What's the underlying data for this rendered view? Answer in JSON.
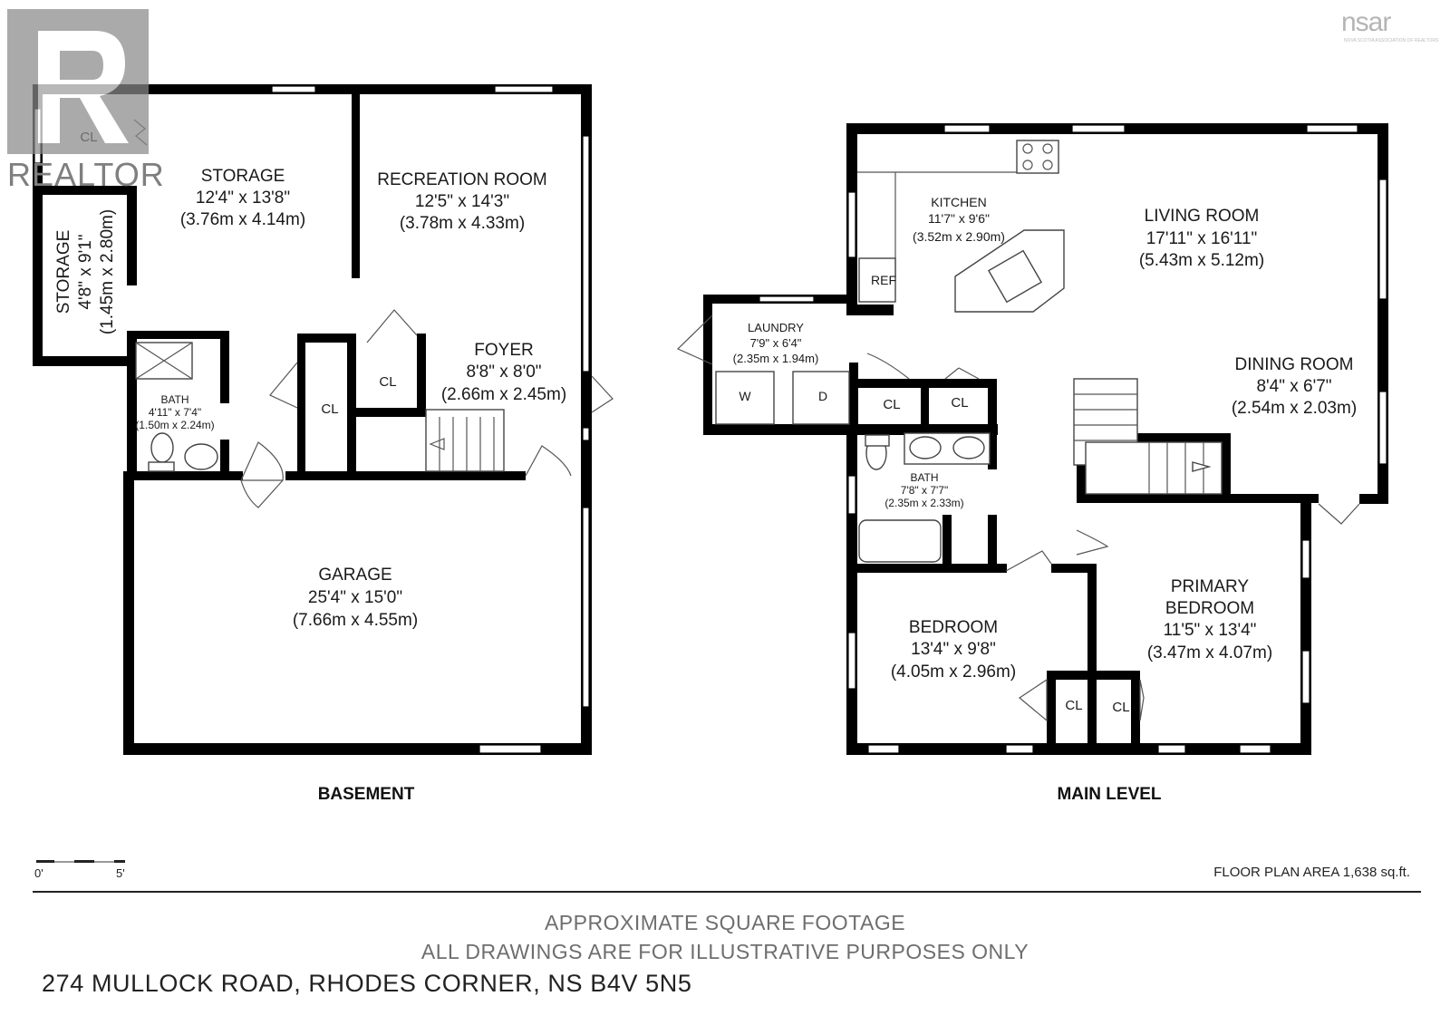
{
  "brand": {
    "realtor_text": "REALTOR",
    "nsar_text": "nsar",
    "nsar_subtext": "NOVA SCOTIA ASSOCIATION OF REALTORS"
  },
  "basement": {
    "title": "BASEMENT",
    "storage_cl": "CL",
    "storage_main": {
      "name": "STORAGE",
      "imperial": "12'4\" x 13'8\"",
      "metric": "(3.76m x 4.14m)"
    },
    "storage_side": {
      "name": "STORAGE",
      "imperial": "4'8\" x 9'1\"",
      "metric": "(1.45m x 2.80m)"
    },
    "recreation": {
      "name": "RECREATION ROOM",
      "imperial": "12'5\" x 14'3\"",
      "metric": "(3.78m x 4.33m)"
    },
    "foyer": {
      "name": "FOYER",
      "imperial": "8'8\" x 8'0\"",
      "metric": "(2.66m x 2.45m)"
    },
    "bath": {
      "name": "BATH",
      "imperial": "4'11\" x 7'4\"",
      "metric": "(1.50m x 2.24m)"
    },
    "closet_a": "CL",
    "closet_b": "CL",
    "garage": {
      "name": "GARAGE",
      "imperial": "25'4\" x 15'0\"",
      "metric": "(7.66m x 4.55m)"
    }
  },
  "main_level": {
    "title": "MAIN LEVEL",
    "kitchen": {
      "name": "KITCHEN",
      "imperial": "11'7\" x 9'6\"",
      "metric": "(3.52m x 2.90m)"
    },
    "ref": "REF",
    "living": {
      "name": "LIVING ROOM",
      "imperial": "17'11\" x 16'11\"",
      "metric": "(5.43m x 5.12m)"
    },
    "laundry": {
      "name": "LAUNDRY",
      "imperial": "7'9\" x 6'4\"",
      "metric": "(2.35m x 1.94m)"
    },
    "washer": "W",
    "dryer": "D",
    "closet_a": "CL",
    "closet_b": "CL",
    "dining": {
      "name": "DINING ROOM",
      "imperial": "8'4\" x 6'7\"",
      "metric": "(2.54m x 2.03m)"
    },
    "bath": {
      "name": "BATH",
      "imperial": "7'8\" x 7'7\"",
      "metric": "(2.35m x 2.33m)"
    },
    "bedroom": {
      "name": "BEDROOM",
      "imperial": "13'4\" x 9'8\"",
      "metric": "(4.05m x 2.96m)"
    },
    "primary": {
      "name_line1": "PRIMARY",
      "name_line2": "BEDROOM",
      "imperial": "11'5\" x 13'4\"",
      "metric": "(3.47m x 4.07m)"
    },
    "closet_c": "CL",
    "closet_d": "CL"
  },
  "scale": {
    "start": "0'",
    "end": "5'"
  },
  "floor_area": "FLOOR PLAN AREA 1,638 sq.ft.",
  "disclaimer_line1": "APPROXIMATE SQUARE FOOTAGE",
  "disclaimer_line2": "ALL DRAWINGS ARE FOR ILLUSTRATIVE PURPOSES ONLY",
  "address": "274 MULLOCK ROAD, RHODES CORNER, NS B4V 5N5"
}
